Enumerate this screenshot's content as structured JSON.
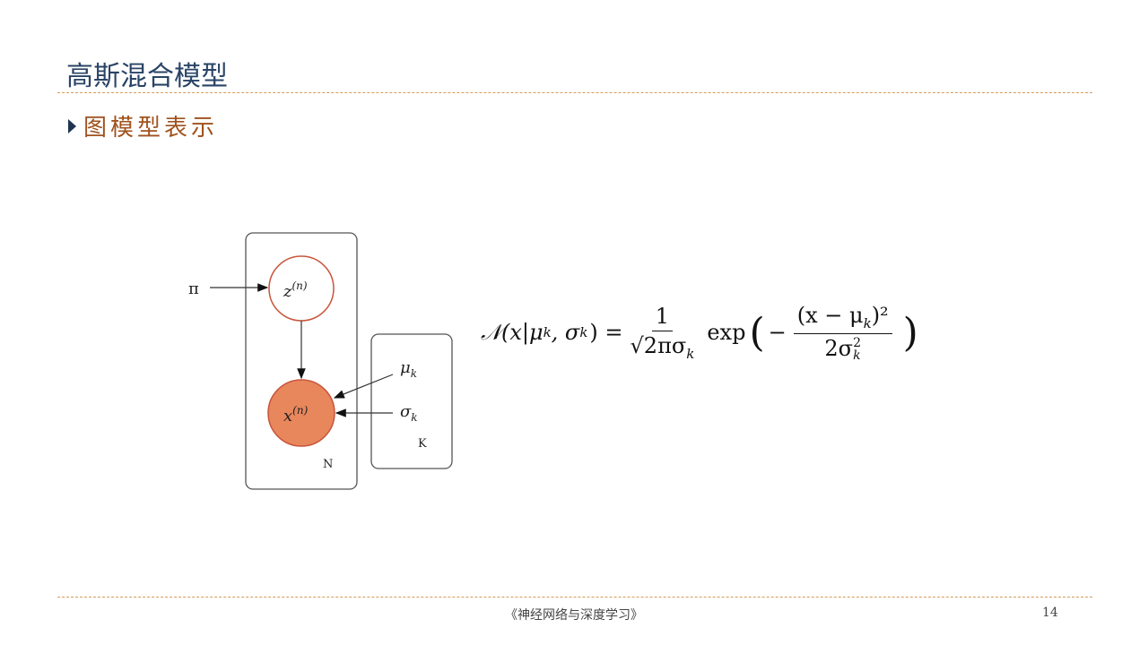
{
  "title": "高斯混合模型",
  "bullet": "图模型表示",
  "diagram": {
    "pi": "π",
    "z": "z",
    "z_sup": "(n)",
    "x": "x",
    "x_sup": "(n)",
    "mu": "μ",
    "sigma": "σ",
    "sub_k": "k",
    "plate_n": "N",
    "plate_k": "K",
    "observed_color": "#e8865c",
    "latent_stroke": "#c8553a"
  },
  "formula": {
    "lhs": "𝒩(x|μ",
    "lhs_k1": "k",
    "lhs_mid": ", σ",
    "lhs_k2": "k",
    "lhs_end": ") =",
    "frac1_num": "1",
    "frac1_den": "√2πσ",
    "frac1_den_k": "k",
    "exp": "exp",
    "open": "(",
    "minus": "−",
    "frac2_num": "(x − μ",
    "frac2_num_k": "k",
    "frac2_num_end": ")²",
    "frac2_den": "2σ",
    "frac2_den_sup": "2",
    "frac2_den_k": "k",
    "close": ")"
  },
  "footer": "《神经网络与深度学习》",
  "page_number": "14"
}
